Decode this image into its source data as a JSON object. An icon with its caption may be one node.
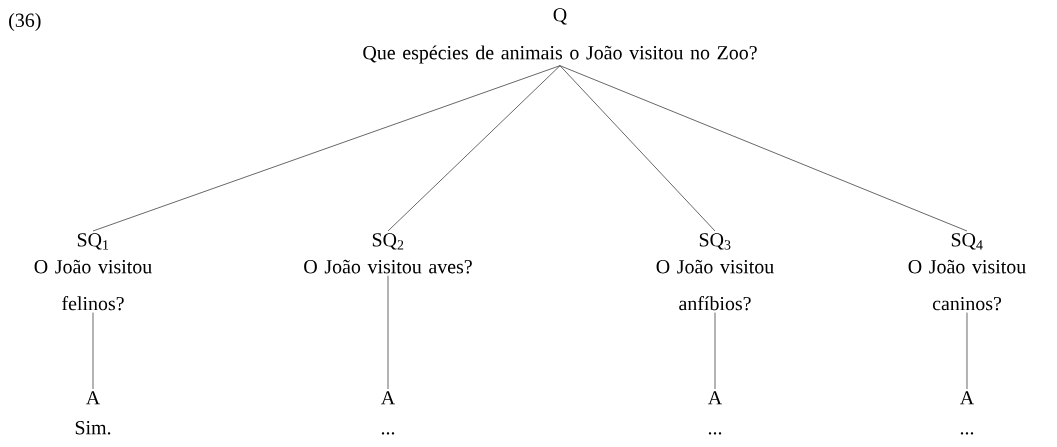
{
  "diagram": {
    "nodes": [
      {
        "text": [
          "Q",
          "Que espécies de animais o João visitou no Zoo?"
        ]
      },
      {
        "text": [
          "SQ$_{1}$",
          "O João visitou felinos?"
        ]
      },
      {
        "text": [
          "SQ$_{2}$",
          "O João visitou aves?"
        ]
      },
      {
        "text": [
          "SQ$_{3}$",
          "O João visitou anfíbios?"
        ]
      },
      {
        "text": [
          "SQ$_{4}$",
          "O João visitou caninos?"
        ]
      },
      {
        "text": [
          "A",
          "Sim."
        ]
      },
      {
        "text": [
          "A",
          "..."
        ]
      },
      {
        "text": [
          "A",
          "..."
        ]
      },
      {
        "text": [
          "A",
          "..."
        ]
      }
    ],
    "edges": [
      {
        "from": 0,
        "to": 1,
        "arrow": "none"
      },
      {
        "from": 0,
        "to": 2,
        "arrow": "none"
      },
      {
        "from": 0,
        "to": 3,
        "arrow": "none"
      },
      {
        "from": 0,
        "to": 4,
        "arrow": "none"
      },
      {
        "from": 1,
        "to": 5,
        "arrow": "none"
      },
      {
        "from": 2,
        "to": 6,
        "arrow": "none"
      },
      {
        "from": 3,
        "to": 7,
        "arrow": "none"
      },
      {
        "from": 4,
        "to": 8,
        "arrow": "none"
      }
    ],
    "labels": [
      "(36)"
    ]
  }
}
